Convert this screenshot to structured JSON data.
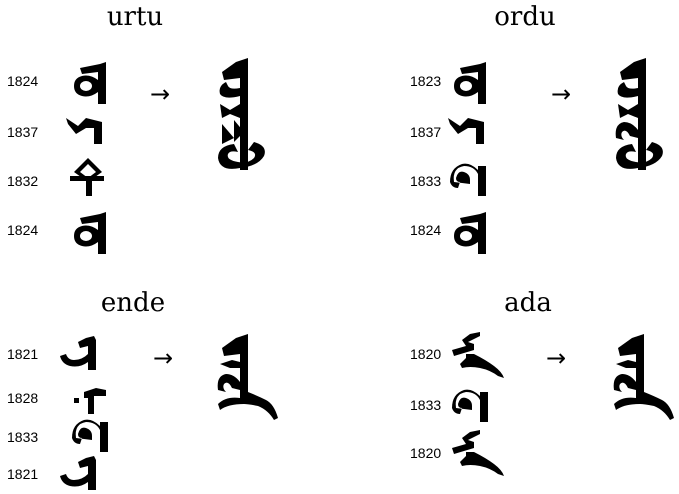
{
  "arrow_symbol": "→",
  "groups": [
    {
      "title": "urtu",
      "codes": [
        "1824",
        "1837",
        "1832",
        "1824"
      ],
      "glyphs": [
        "u-glyph-icon",
        "r-glyph-icon",
        "t-glyph-icon",
        "u-glyph-icon"
      ],
      "composite": "urtu-composite-icon"
    },
    {
      "title": "ordu",
      "codes": [
        "1823",
        "1837",
        "1833",
        "1824"
      ],
      "glyphs": [
        "o-glyph-icon",
        "r-glyph-icon",
        "d-glyph-icon",
        "u-glyph-icon"
      ],
      "composite": "ordu-composite-icon"
    },
    {
      "title": "ende",
      "codes": [
        "1821",
        "1828",
        "1833",
        "1821"
      ],
      "glyphs": [
        "e-glyph-icon",
        "n-glyph-icon",
        "d-glyph-icon",
        "e-glyph-icon"
      ],
      "composite": "ende-composite-icon"
    },
    {
      "title": "ada",
      "codes": [
        "1820",
        "1833",
        "1820"
      ],
      "glyphs": [
        "a-glyph-icon",
        "d-glyph-icon",
        "a-glyph-icon"
      ],
      "composite": "ada-composite-icon"
    }
  ]
}
